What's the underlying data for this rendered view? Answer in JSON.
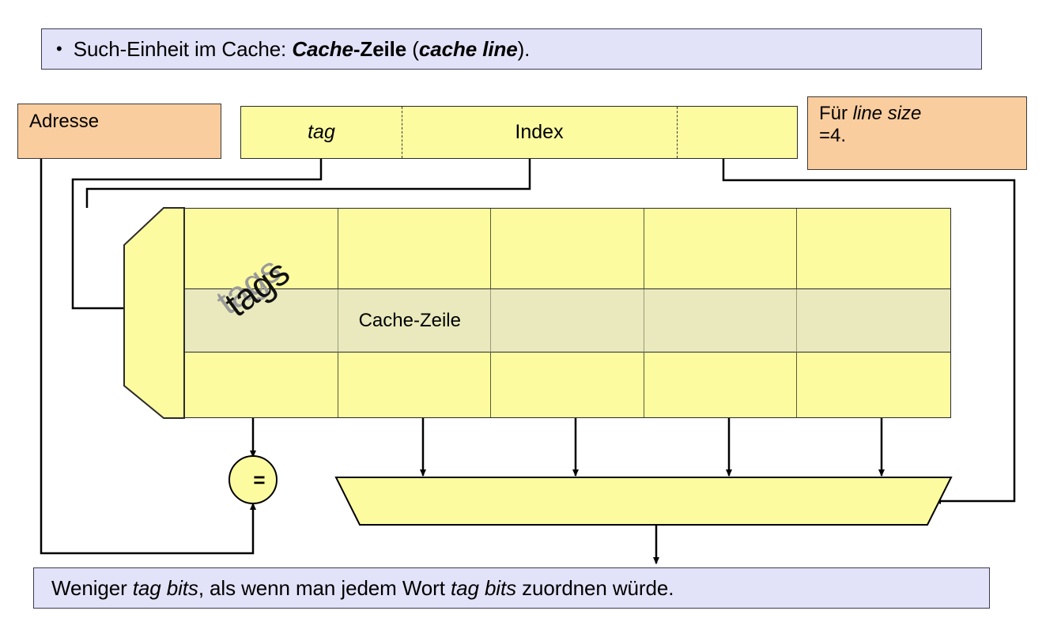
{
  "slide": {
    "header": {
      "bullet": "•",
      "text_plain": "Such-Einheit im Cache: Cache-Zeile (cache line).",
      "part1": "Such-Einheit im Cache: ",
      "term_bold_italic": "Cache",
      "term_bold": "-Zeile",
      "paren_open": " (",
      "term2_bold_italic": "cache line",
      "paren_close": ")."
    },
    "footer": {
      "text_plain": "Weniger tag bits, als wenn man jedem Wort tag bits zuordnen würde.",
      "part1": "Weniger ",
      "em1": "tag bits",
      "part2": ", als wenn man jedem Wort ",
      "em2": "tag bits",
      "part3": " zuordnen würde."
    }
  },
  "boxes": {
    "adresse": {
      "label": "Adresse"
    },
    "linesize": {
      "text_plain": "Für line size =4.",
      "part1": "Für ",
      "em1": "line size",
      "part2": "=4."
    }
  },
  "address_field": {
    "segments": [
      {
        "name": "tag",
        "label": "tag",
        "style": "italic"
      },
      {
        "name": "index",
        "label": "Index",
        "style": "normal"
      },
      {
        "name": "offset",
        "label": "",
        "style": "normal"
      }
    ]
  },
  "cache": {
    "tags_label": "tags",
    "cacheline_label": "Cache-Zeile",
    "columns": 5,
    "rows": 3,
    "highlighted_row_index": 1
  },
  "comparator": {
    "symbol": "="
  },
  "colors": {
    "callout_bg": "#e2e2f8",
    "callout_border": "#3a3a55",
    "callout_shadow": "#808080",
    "peach_bg": "#facd9e",
    "cell_yellow": "#fdfba0",
    "cell_highlight": "#e9e9bd",
    "line": "#000000",
    "tags_shadow": "#9a9a9a"
  }
}
